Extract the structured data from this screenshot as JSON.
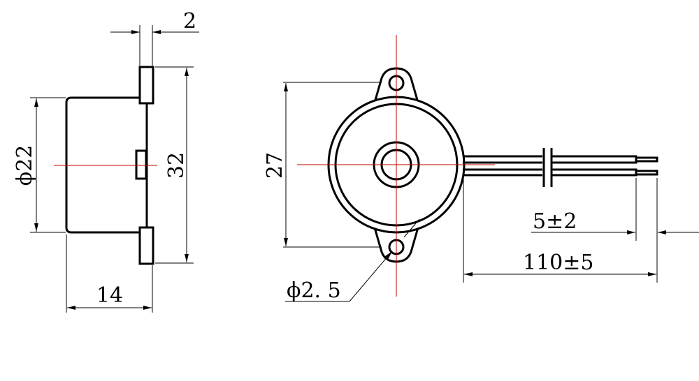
{
  "title": "Piezo buzzer dimension drawing",
  "side_view": {
    "flange_thickness": "2",
    "body_diameter": "ϕ22",
    "mount_height": "32",
    "body_depth": "14"
  },
  "front_view": {
    "hole_spacing": "27",
    "hole_diameter": "ϕ2. 5",
    "strip_length": "5±2",
    "lead_length": "110±5"
  },
  "colors": {
    "outline": "#000000",
    "centerline": "#c00000"
  }
}
